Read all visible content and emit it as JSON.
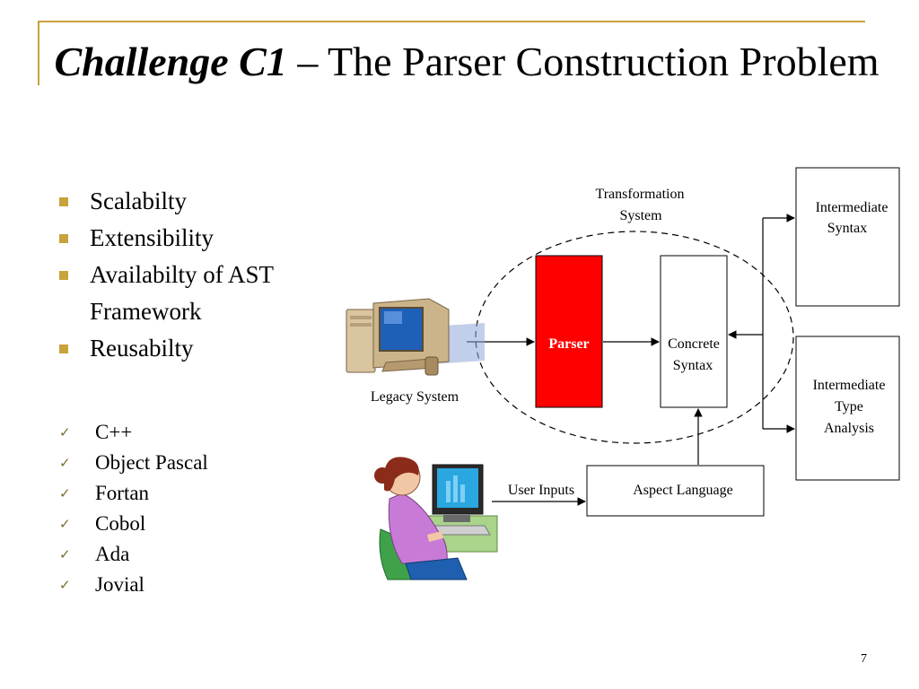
{
  "title": {
    "emphasis": "Challenge C1",
    "rest": " – The Parser Construction Problem"
  },
  "bullets": [
    "Scalabilty",
    "Extensibility",
    "Availabilty of  AST Framework",
    "Reusabilty"
  ],
  "languages": [
    "C++",
    "Object Pascal",
    "Fortan",
    "Cobol",
    "Ada",
    "Jovial"
  ],
  "diagram": {
    "transformation_line1": "Transformation",
    "transformation_line2": "System",
    "parser": "Parser",
    "concrete_line1": "Concrete",
    "concrete_line2": "Syntax",
    "legacy_system": "Legacy System",
    "intermediate_syntax_line1": "Intermediate",
    "intermediate_syntax_line2": "Syntax",
    "intermediate_type_line1": "Intermediate",
    "intermediate_type_line2": "Type",
    "intermediate_type_line3": "Analysis",
    "user_inputs": "User Inputs",
    "aspect_language": "Aspect Language"
  },
  "colors": {
    "accent": "#c8a23a",
    "parser_fill": "#ff0000"
  },
  "page_number": "7"
}
